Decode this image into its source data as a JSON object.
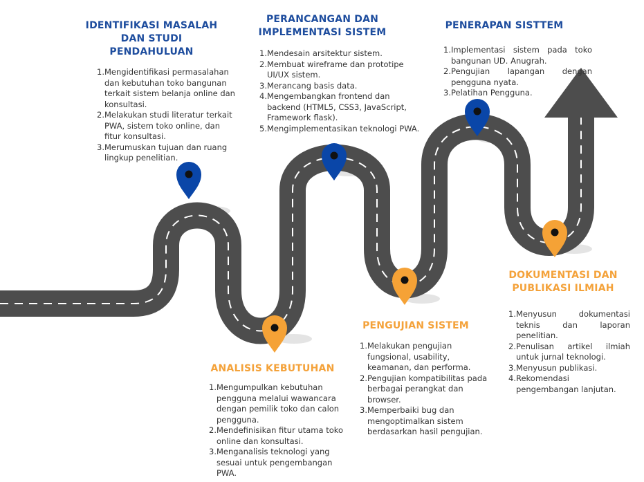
{
  "colors": {
    "road": "#4d4d4d",
    "lane": "#ffffff",
    "pin_blue": "#0a46a8",
    "pin_orange": "#f5a236",
    "title_blue": "#1e4d9e",
    "title_orange": "#f4a23a",
    "arrow": "#4d4d4d",
    "text": "#333333"
  },
  "stages": [
    {
      "id": "identifikasi",
      "title": [
        "IDENTIFIKASI MASALAH",
        "DAN STUDI",
        "PENDAHULUAN"
      ],
      "pin": "blue",
      "items": [
        "Mengidentifikasi permasalahan dan kebutuhan toko bangunan terkait sistem belanja online dan konsultasi.",
        "Melakukan studi literatur terkait PWA, sistem toko online, dan fitur konsultasi.",
        "Merumuskan tujuan dan ruang lingkup penelitian."
      ]
    },
    {
      "id": "analisis",
      "title": [
        "ANALISIS KEBUTUHAN"
      ],
      "pin": "orange",
      "items": [
        "Mengumpulkan kebutuhan pengguna melalui wawancara dengan pemilik toko dan calon pengguna.",
        "Mendefinisikan fitur utama toko online dan konsultasi.",
        "Menganalisis teknologi yang sesuai untuk pengembangan PWA."
      ]
    },
    {
      "id": "perancangan",
      "title": [
        "PERANCANGAN DAN",
        "IMPLEMENTASI SISTEM"
      ],
      "pin": "blue",
      "items": [
        " Mendesain arsitektur sistem.",
        "Membuat wireframe dan prototipe UI/UX sistem.",
        "Merancang basis data.",
        "Mengembangkan frontend dan backend (HTML5, CSS3, JavaScript, Framework flask).",
        "Mengimplementasikan teknologi PWA."
      ]
    },
    {
      "id": "pengujian",
      "title": [
        "PENGUJIAN SISTEM"
      ],
      "pin": "orange",
      "items": [
        "Melakukan pengujian fungsional, usability, keamanan, dan performa.",
        "Pengujian kompatibilitas pada berbagai perangkat dan browser.",
        "Memperbaiki bug dan mengoptimalkan sistem berdasarkan hasil pengujian."
      ]
    },
    {
      "id": "penerapan",
      "title": [
        "PENERAPAN SISTTEM"
      ],
      "pin": "blue",
      "items": [
        "Implementasi sistem pada toko bangunan UD. Anugrah.",
        "Pengujian lapangan dengan pengguna nyata.",
        "Pelatihan Pengguna."
      ]
    },
    {
      "id": "dokumentasi",
      "title": [
        "DOKUMENTASI DAN",
        "PUBLIKASI ILMIAH"
      ],
      "pin": "orange",
      "items": [
        "Menyusun dokumentasi teknis dan laporan penelitian.",
        "Penulisan artikel ilmiah untuk jurnal teknologi.",
        "Menyusun publikasi.",
        "Rekomendasi pengembangan lanjutan."
      ]
    }
  ]
}
